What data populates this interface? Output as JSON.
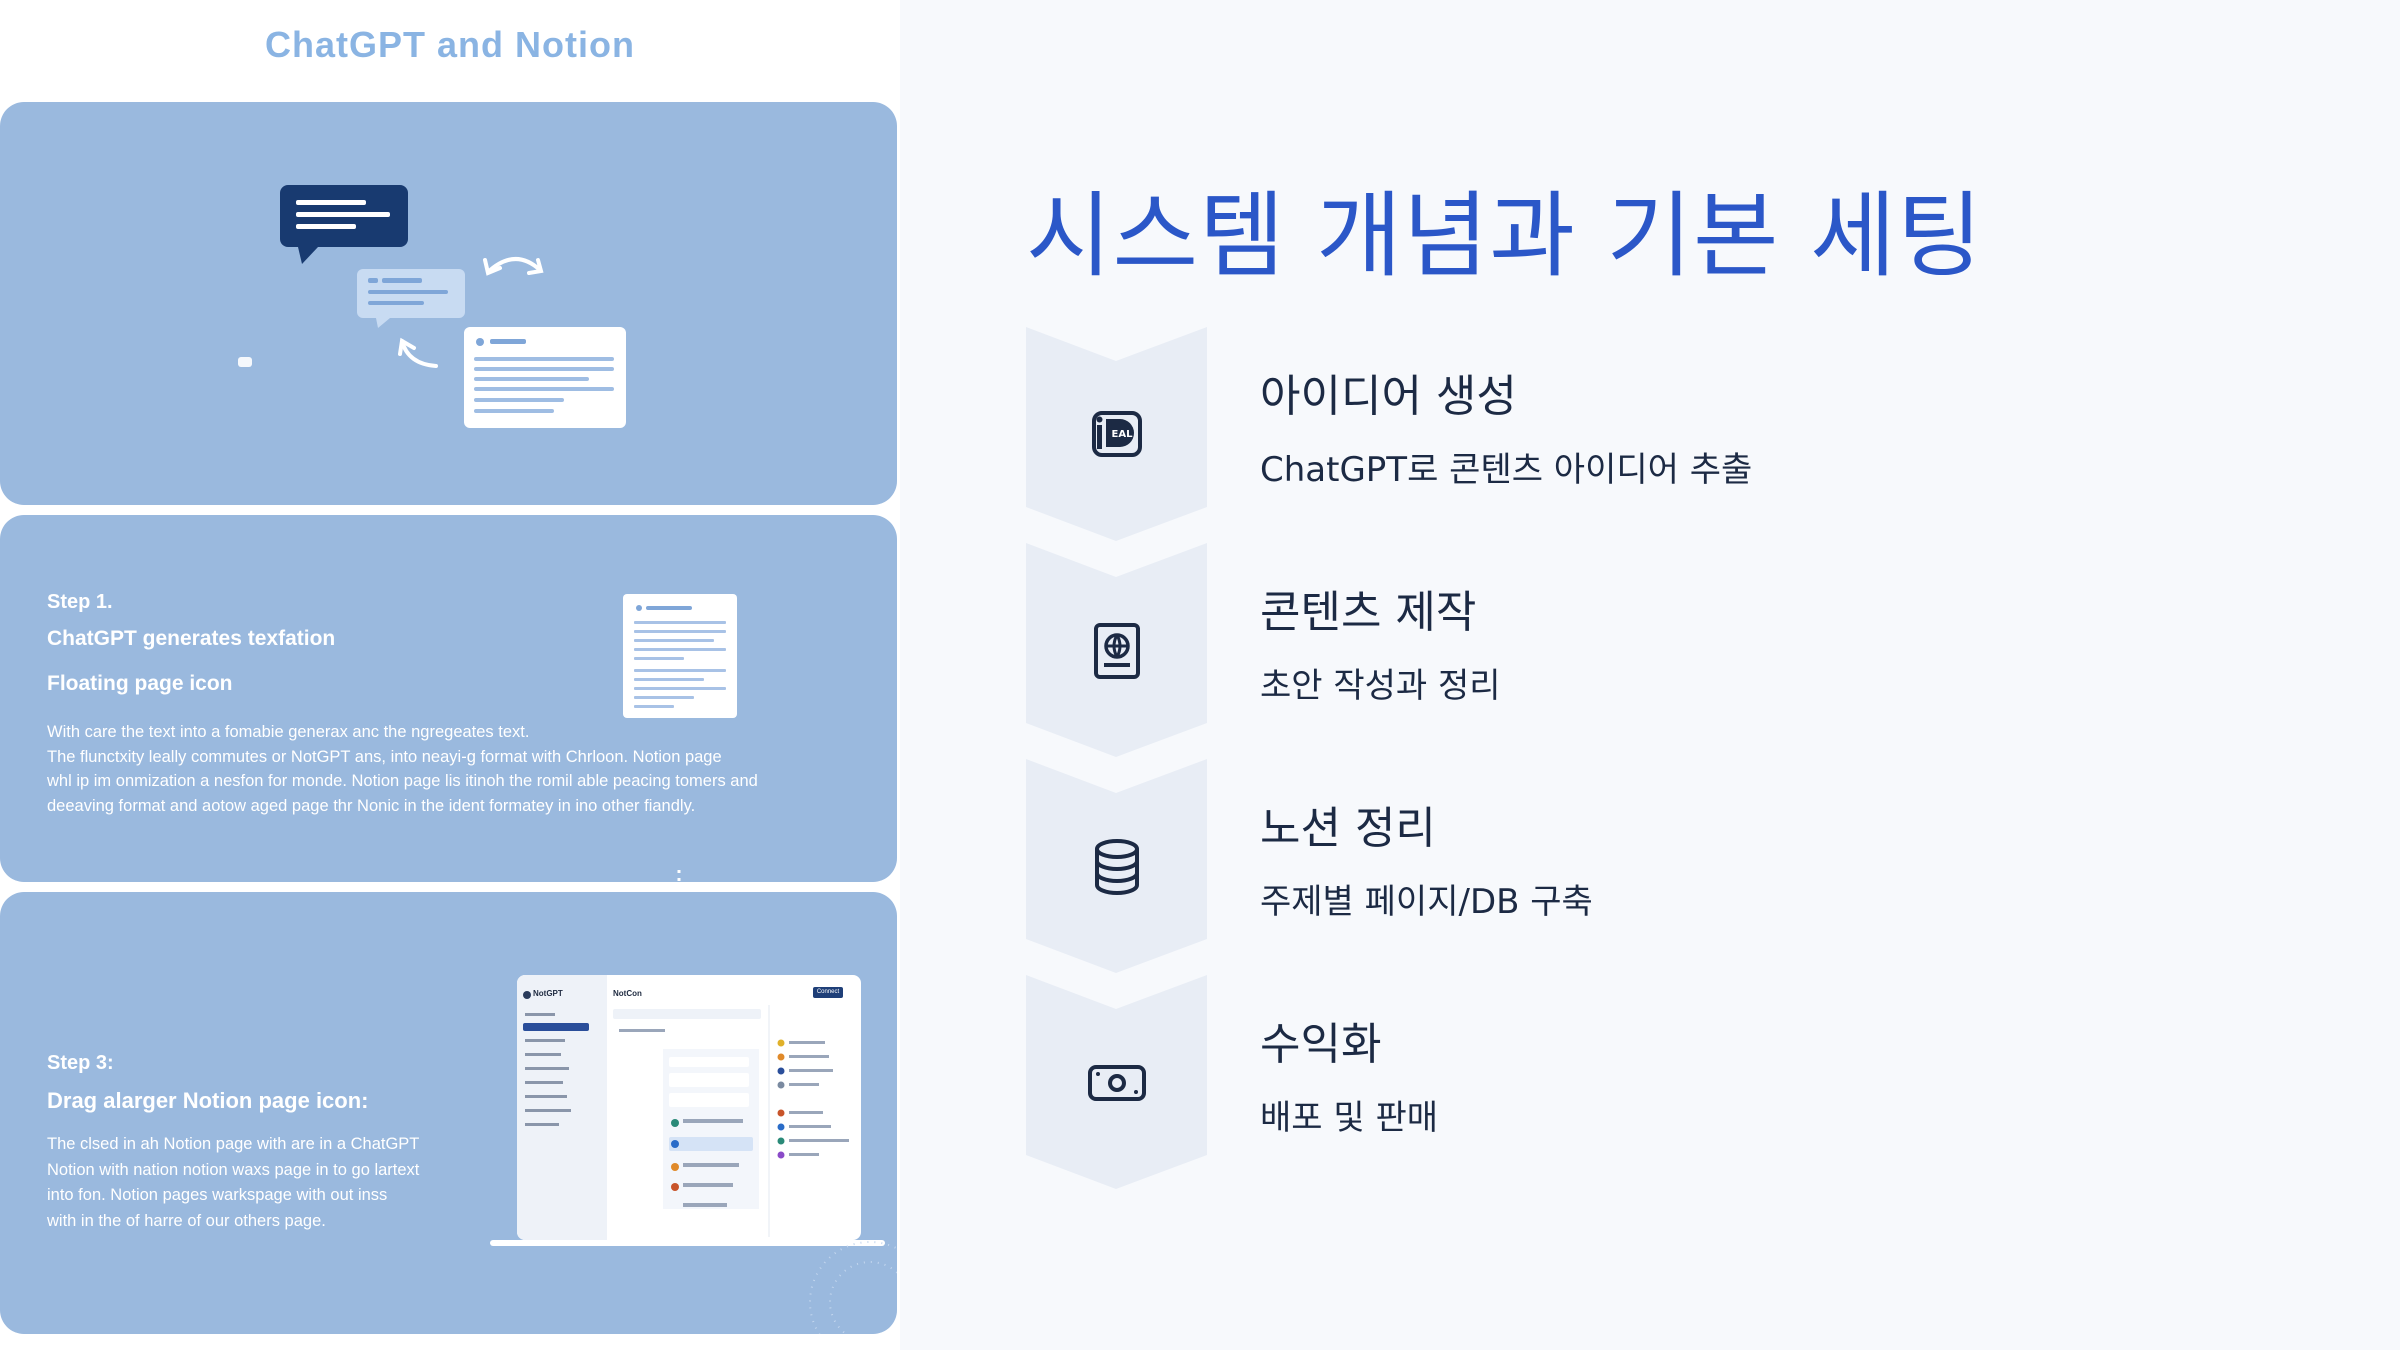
{
  "left": {
    "title": "ChatGPT  and Notion",
    "step1": {
      "label": "Step 1.",
      "title": "ChatGPT generates texfation",
      "subtitle": "Floating page icon",
      "desc": [
        "With care the text into a fomabie generax anc the ngregeates text.",
        "The flunctxity leally commutes or NotGPT ans, into neayi-g format with Chrloon. Notion page",
        "whl ip im onmization a nesfon for monde. Notion page lis itinoh the romil able peacing tomers and",
        "deeaving format and aotow aged page thr Nonic in the ident formatey in ino other fiandly."
      ]
    },
    "step3": {
      "label": "Step 3:",
      "title": "Drag alarger Notion page icon:",
      "desc": [
        "The clsed in ah Notion page with are in a ChatGPT",
        "Notion with nation notion waxs page in to go lartext",
        "into fon. Notion pages warkspage with out inss",
        "with in the of harre of our others page."
      ]
    },
    "mockup": {
      "app_name": "NotGPT",
      "tab_name": "NotCon",
      "button": "Connect"
    }
  },
  "right": {
    "heading": "시스템 개념과 기본 세팅",
    "items": [
      {
        "title": "아이디어 생성",
        "subtitle": "ChatGPT로 콘텐츠 아이디어 추출",
        "icon": "ideal-badge-icon"
      },
      {
        "title": "콘텐츠 제작",
        "subtitle": "초안 작성과 정리",
        "icon": "globe-document-icon"
      },
      {
        "title": "노션 정리",
        "subtitle": "주제별 페이지/DB 구축",
        "icon": "database-icon"
      },
      {
        "title": "수익화",
        "subtitle": "배포 및 판매",
        "icon": "money-icon"
      }
    ]
  },
  "colors": {
    "panel": "#9ab9de",
    "accent_blue": "#2b57c8",
    "title_light_blue": "#8ab4e3",
    "chevron": "#e8edf5",
    "dark_navy": "#1f3f78"
  }
}
